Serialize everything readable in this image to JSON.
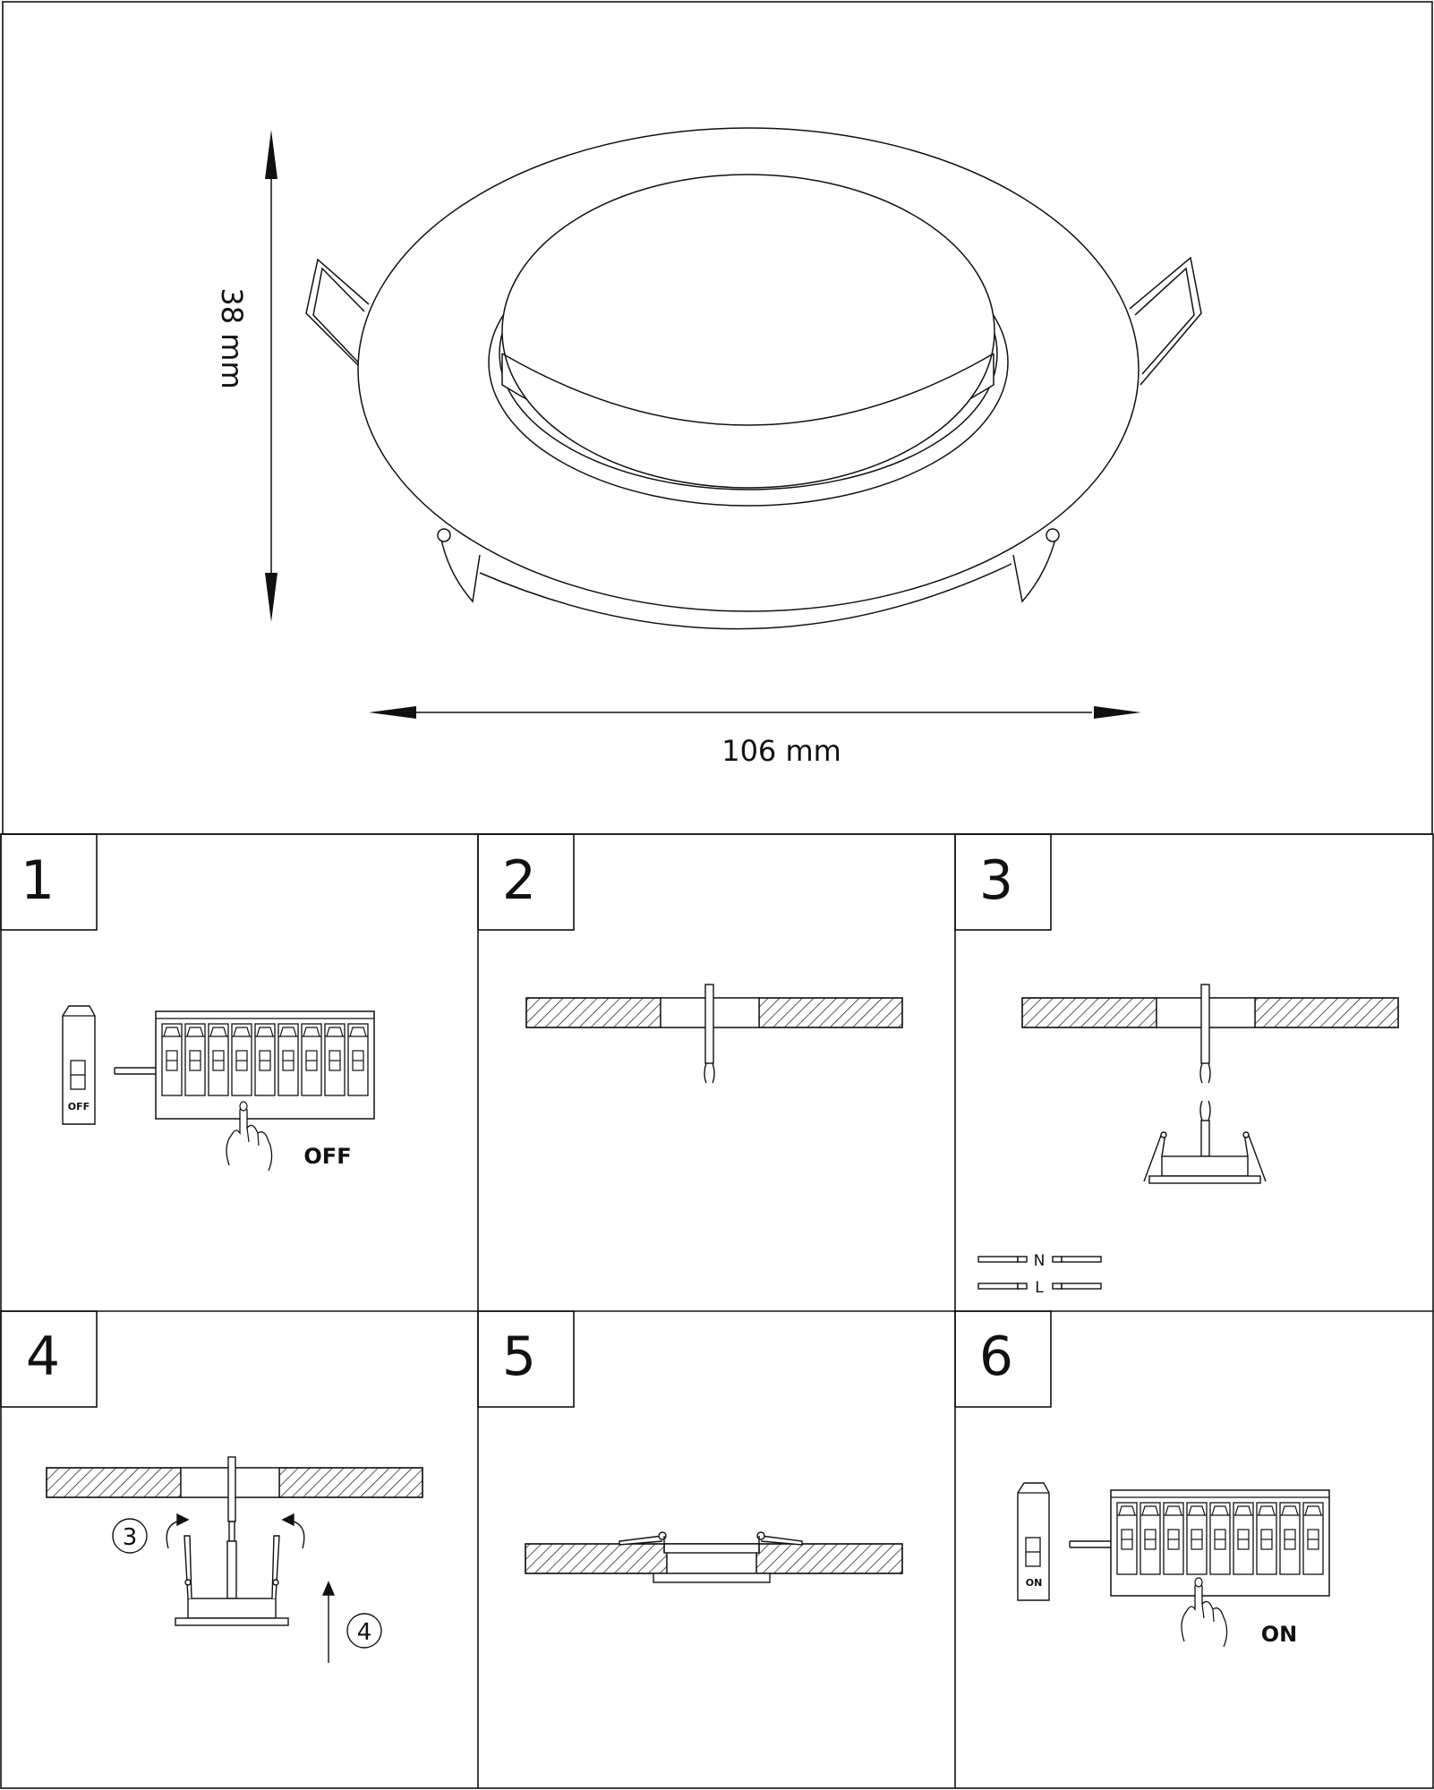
{
  "dimensions": {
    "height": "38 mm",
    "width": "106 mm"
  },
  "steps": [
    {
      "number": "1",
      "switch_label": "OFF",
      "state_label": "OFF"
    },
    {
      "number": "2"
    },
    {
      "number": "3",
      "wire_labels": [
        "N",
        "L"
      ]
    },
    {
      "number": "4",
      "callouts": [
        "3",
        "4"
      ]
    },
    {
      "number": "5"
    },
    {
      "number": "6",
      "switch_label": "ON",
      "state_label": "ON"
    }
  ],
  "colors": {
    "line": "#111111",
    "background": "#ffffff"
  }
}
